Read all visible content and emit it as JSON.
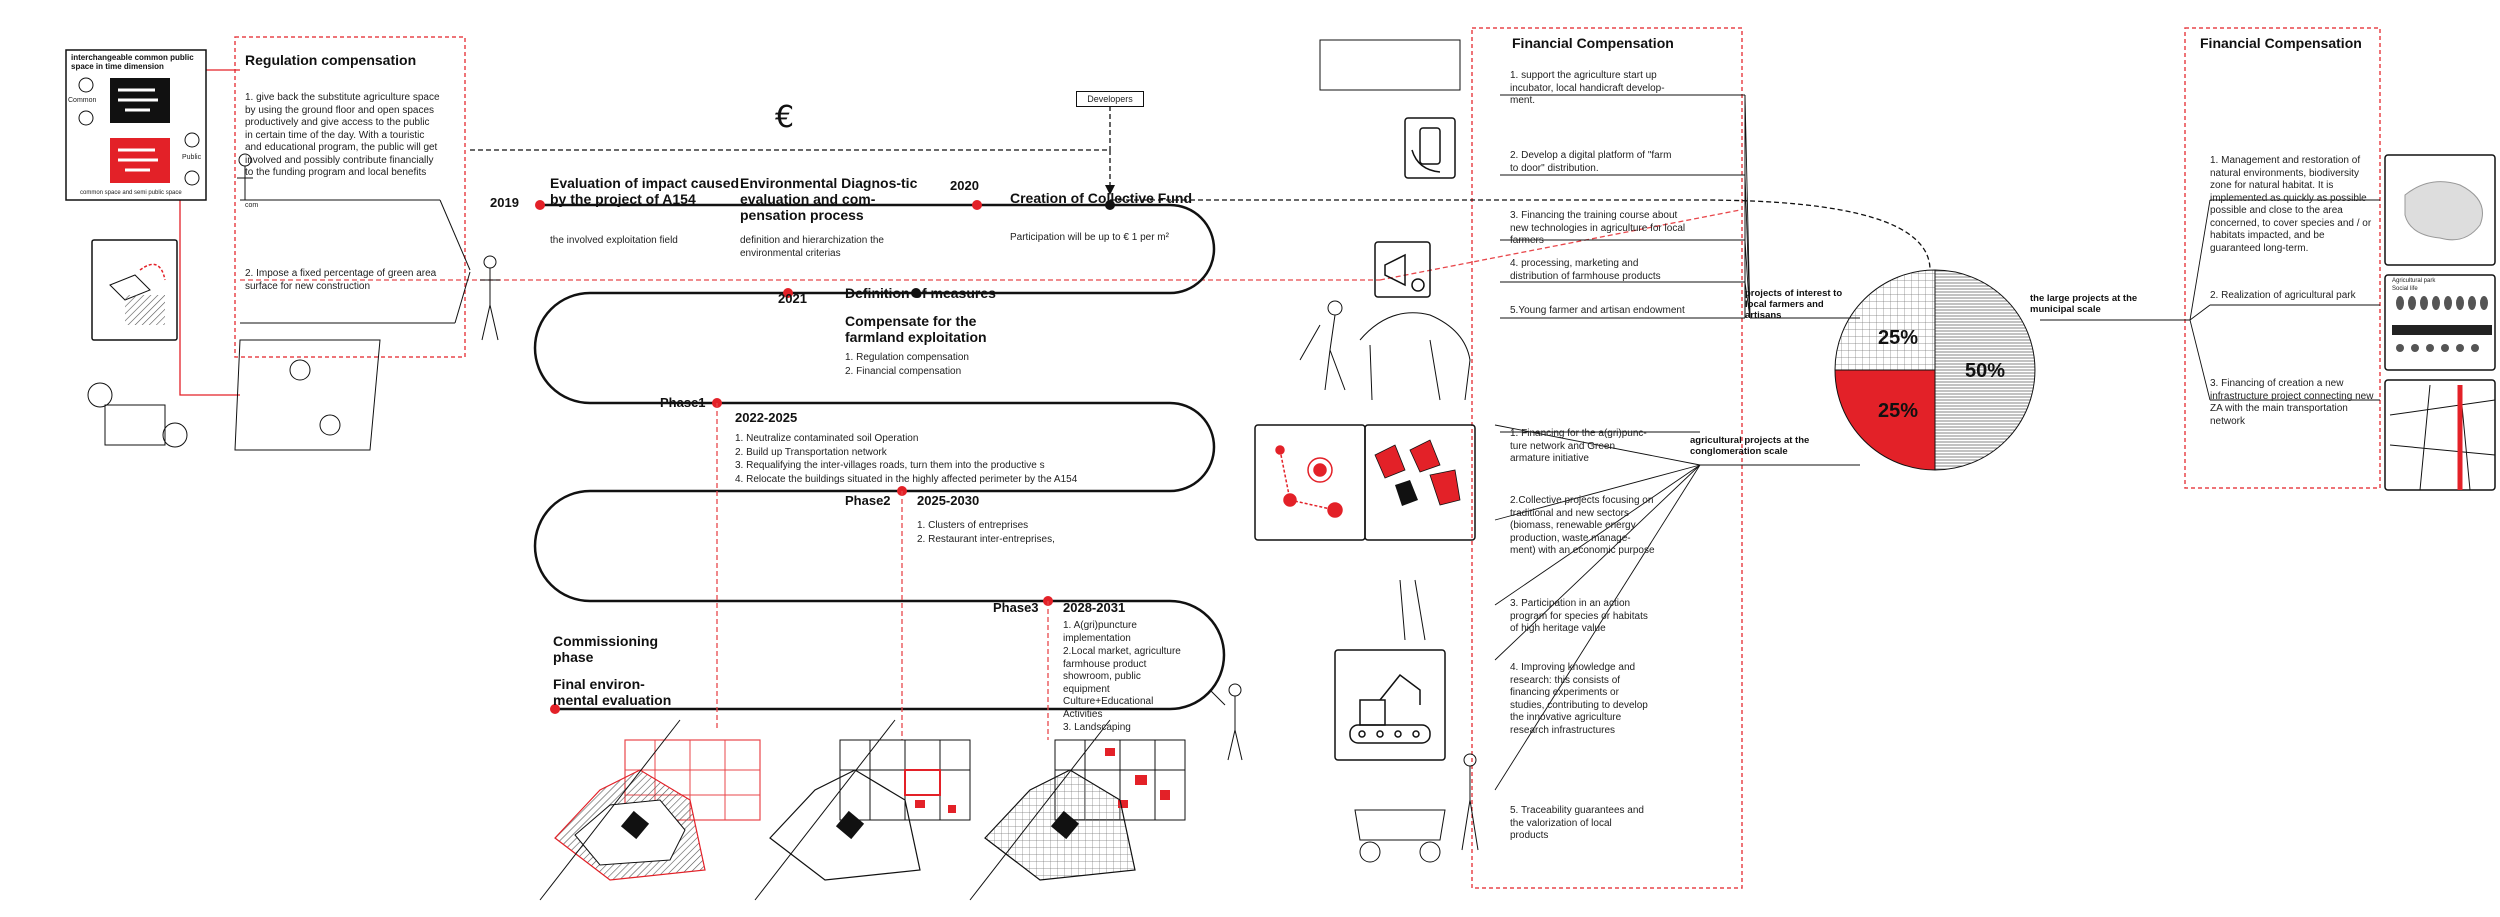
{
  "colors": {
    "accent": "#e32128",
    "line": "#111111",
    "dashed": "#e8474b",
    "hatch": "#555555"
  },
  "left_box": {
    "title": "Regulation compensation",
    "item1": "1. give back the substitute agriculture space by using the ground floor and open spaces productively and give access to the public in certain time of the day. With a touristic and educational program, the public will get involved and possibly contribute financially to the funding program and local benefits",
    "item2": "2. Impose a fixed percentage of green area surface for new construction"
  },
  "legend_card": {
    "title": "interchangeable common public space in time dimension",
    "common": "Common",
    "public": "Public",
    "caption_bottom": "common space and semi public space",
    "caption_sub": "com"
  },
  "timeline": {
    "euro": "€",
    "developers": "Developers",
    "y2019": "2019",
    "evaluation_title": "Evaluation of impact caused by the project of A154",
    "evaluation_sub": "the involved exploitation field",
    "env_title": "Environmental Diagnos-tic evaluation and com-pensation process",
    "env_sub": "definition and hierarchization the environmental criterias",
    "y2020": "2020",
    "fund_title": "Creation of Collective Fund",
    "fund_sub": "Participation will be up to € 1 per m²",
    "y2021": "2021",
    "measures": "Definition of measures",
    "farmland_title": "Compensate for the farmland exploitation",
    "farmland_items": [
      "1. Regulation compensation",
      "2. Financial compensation"
    ],
    "phase1": "Phase1",
    "phase1_years": "2022-2025",
    "phase1_items": [
      "1. Neutralize contaminated soil Operation",
      "2. Build up Transportation network",
      "3. Requalifying the inter-villages roads, turn them into the productive s",
      "4. Relocate the buildings situated in the highly affected perimeter by the A154"
    ],
    "phase2": "Phase2",
    "phase2_years": "2025-2030",
    "phase2_items": [
      "1. Clusters of entreprises",
      "2. Restaurant inter-entreprises,"
    ],
    "phase3": "Phase3",
    "phase3_years": "2028-2031",
    "phase3_items": [
      "1. A(gri)puncture implementation",
      "2.Local market, agriculture farmhouse product showroom, public equipment Culture+Educational Activities",
      "3. Landscaping"
    ],
    "commissioning": "Commissioning phase",
    "final_eval": "Final environ-mental evaluation"
  },
  "financial_mid": {
    "title": "Financial Compensation",
    "items": [
      "1. support the agriculture start up incubator, local handicraft develop-ment.",
      "2. Develop a digital platform of \"farm to door\" distribution.",
      "3. Financing the training course about new technologies in agriculture for local farmers",
      "4. processing, marketing and distribution of farmhouse products",
      "5.Young farmer and artisan endowment"
    ],
    "lower_items": [
      "1. Financing for the a(gri)punc-ture network and Green armature initiative",
      "2.Collective projects focusing on traditional and new sectors (biomass, renewable energy production, waste manage-ment) with an economic purpose",
      "3. Participation in an action program for species or habitats of high heritage value",
      "4. Improving knowledge and research: this consists of financing experiments or studies, contributing to develop the innovative agriculture research infrastructures",
      "5. Traceability guarantees and the valorization of local products"
    ]
  },
  "pie": {
    "label_top": "projects of interest to local farmers and artisans",
    "label_bottom": "agricultural projects at the conglomeration scale",
    "label_right": "the large projects at the municipal scale",
    "slices": [
      {
        "label": "25%",
        "value": 25
      },
      {
        "label": "25%",
        "value": 25
      },
      {
        "label": "50%",
        "value": 50
      }
    ]
  },
  "financial_right": {
    "title": "Financial Compensation",
    "items": [
      "1. Management and restoration of natural environments, biodiversity zone for natural habitat. It is implemented as quickly as possible possible and close to the area concerned, to cover species and / or habitats impacted, and be guaranteed long-term.",
      "2. Realization of agricultural park",
      "3. Financing of creation a new infrastructure project  connecting new ZA with the main transportation network"
    ],
    "park_labels": [
      "Agricultural park",
      "Social life"
    ]
  }
}
